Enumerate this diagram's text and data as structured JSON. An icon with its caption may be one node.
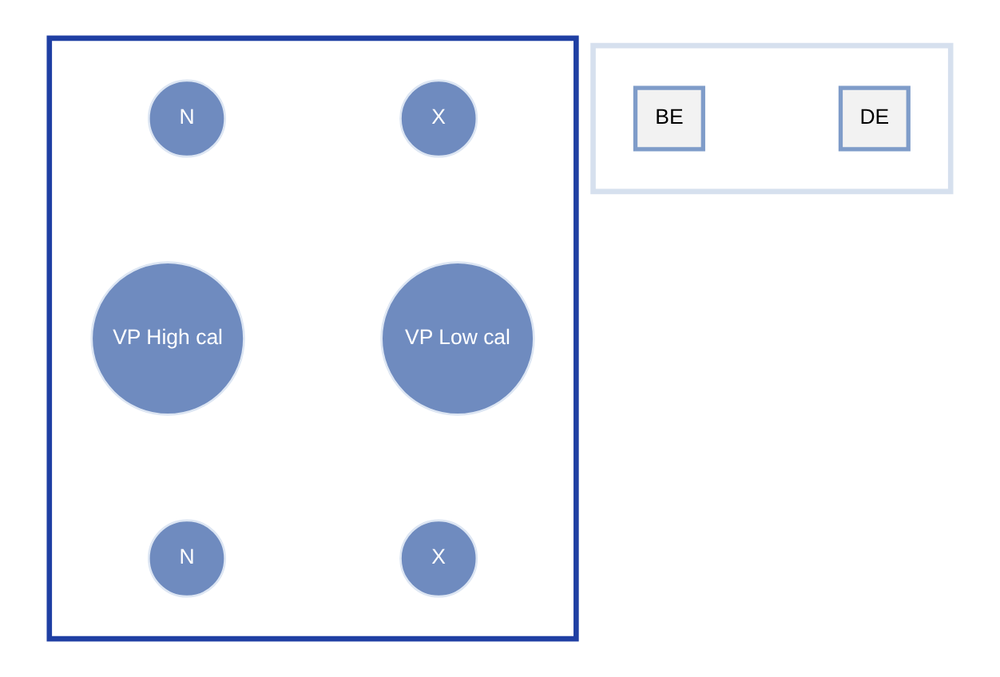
{
  "diagram": {
    "nodes": [
      {
        "text": [],
        "shape": "box"
      },
      {
        "text": [
          "N"
        ],
        "in": 0
      },
      {
        "text": [
          "X"
        ],
        "in": 0
      },
      {
        "text": [
          "VP High cal"
        ],
        "in": 0
      },
      {
        "text": [
          "VP Low cal"
        ],
        "in": 0
      },
      {
        "text": [
          "N"
        ],
        "in": 0
      },
      {
        "text": [
          "X"
        ],
        "in": 0
      },
      {
        "text": [],
        "shape": "box"
      },
      {
        "text": [
          "BE"
        ],
        "in": 7
      },
      {
        "text": [
          "DE"
        ],
        "in": 7
      }
    ]
  }
}
